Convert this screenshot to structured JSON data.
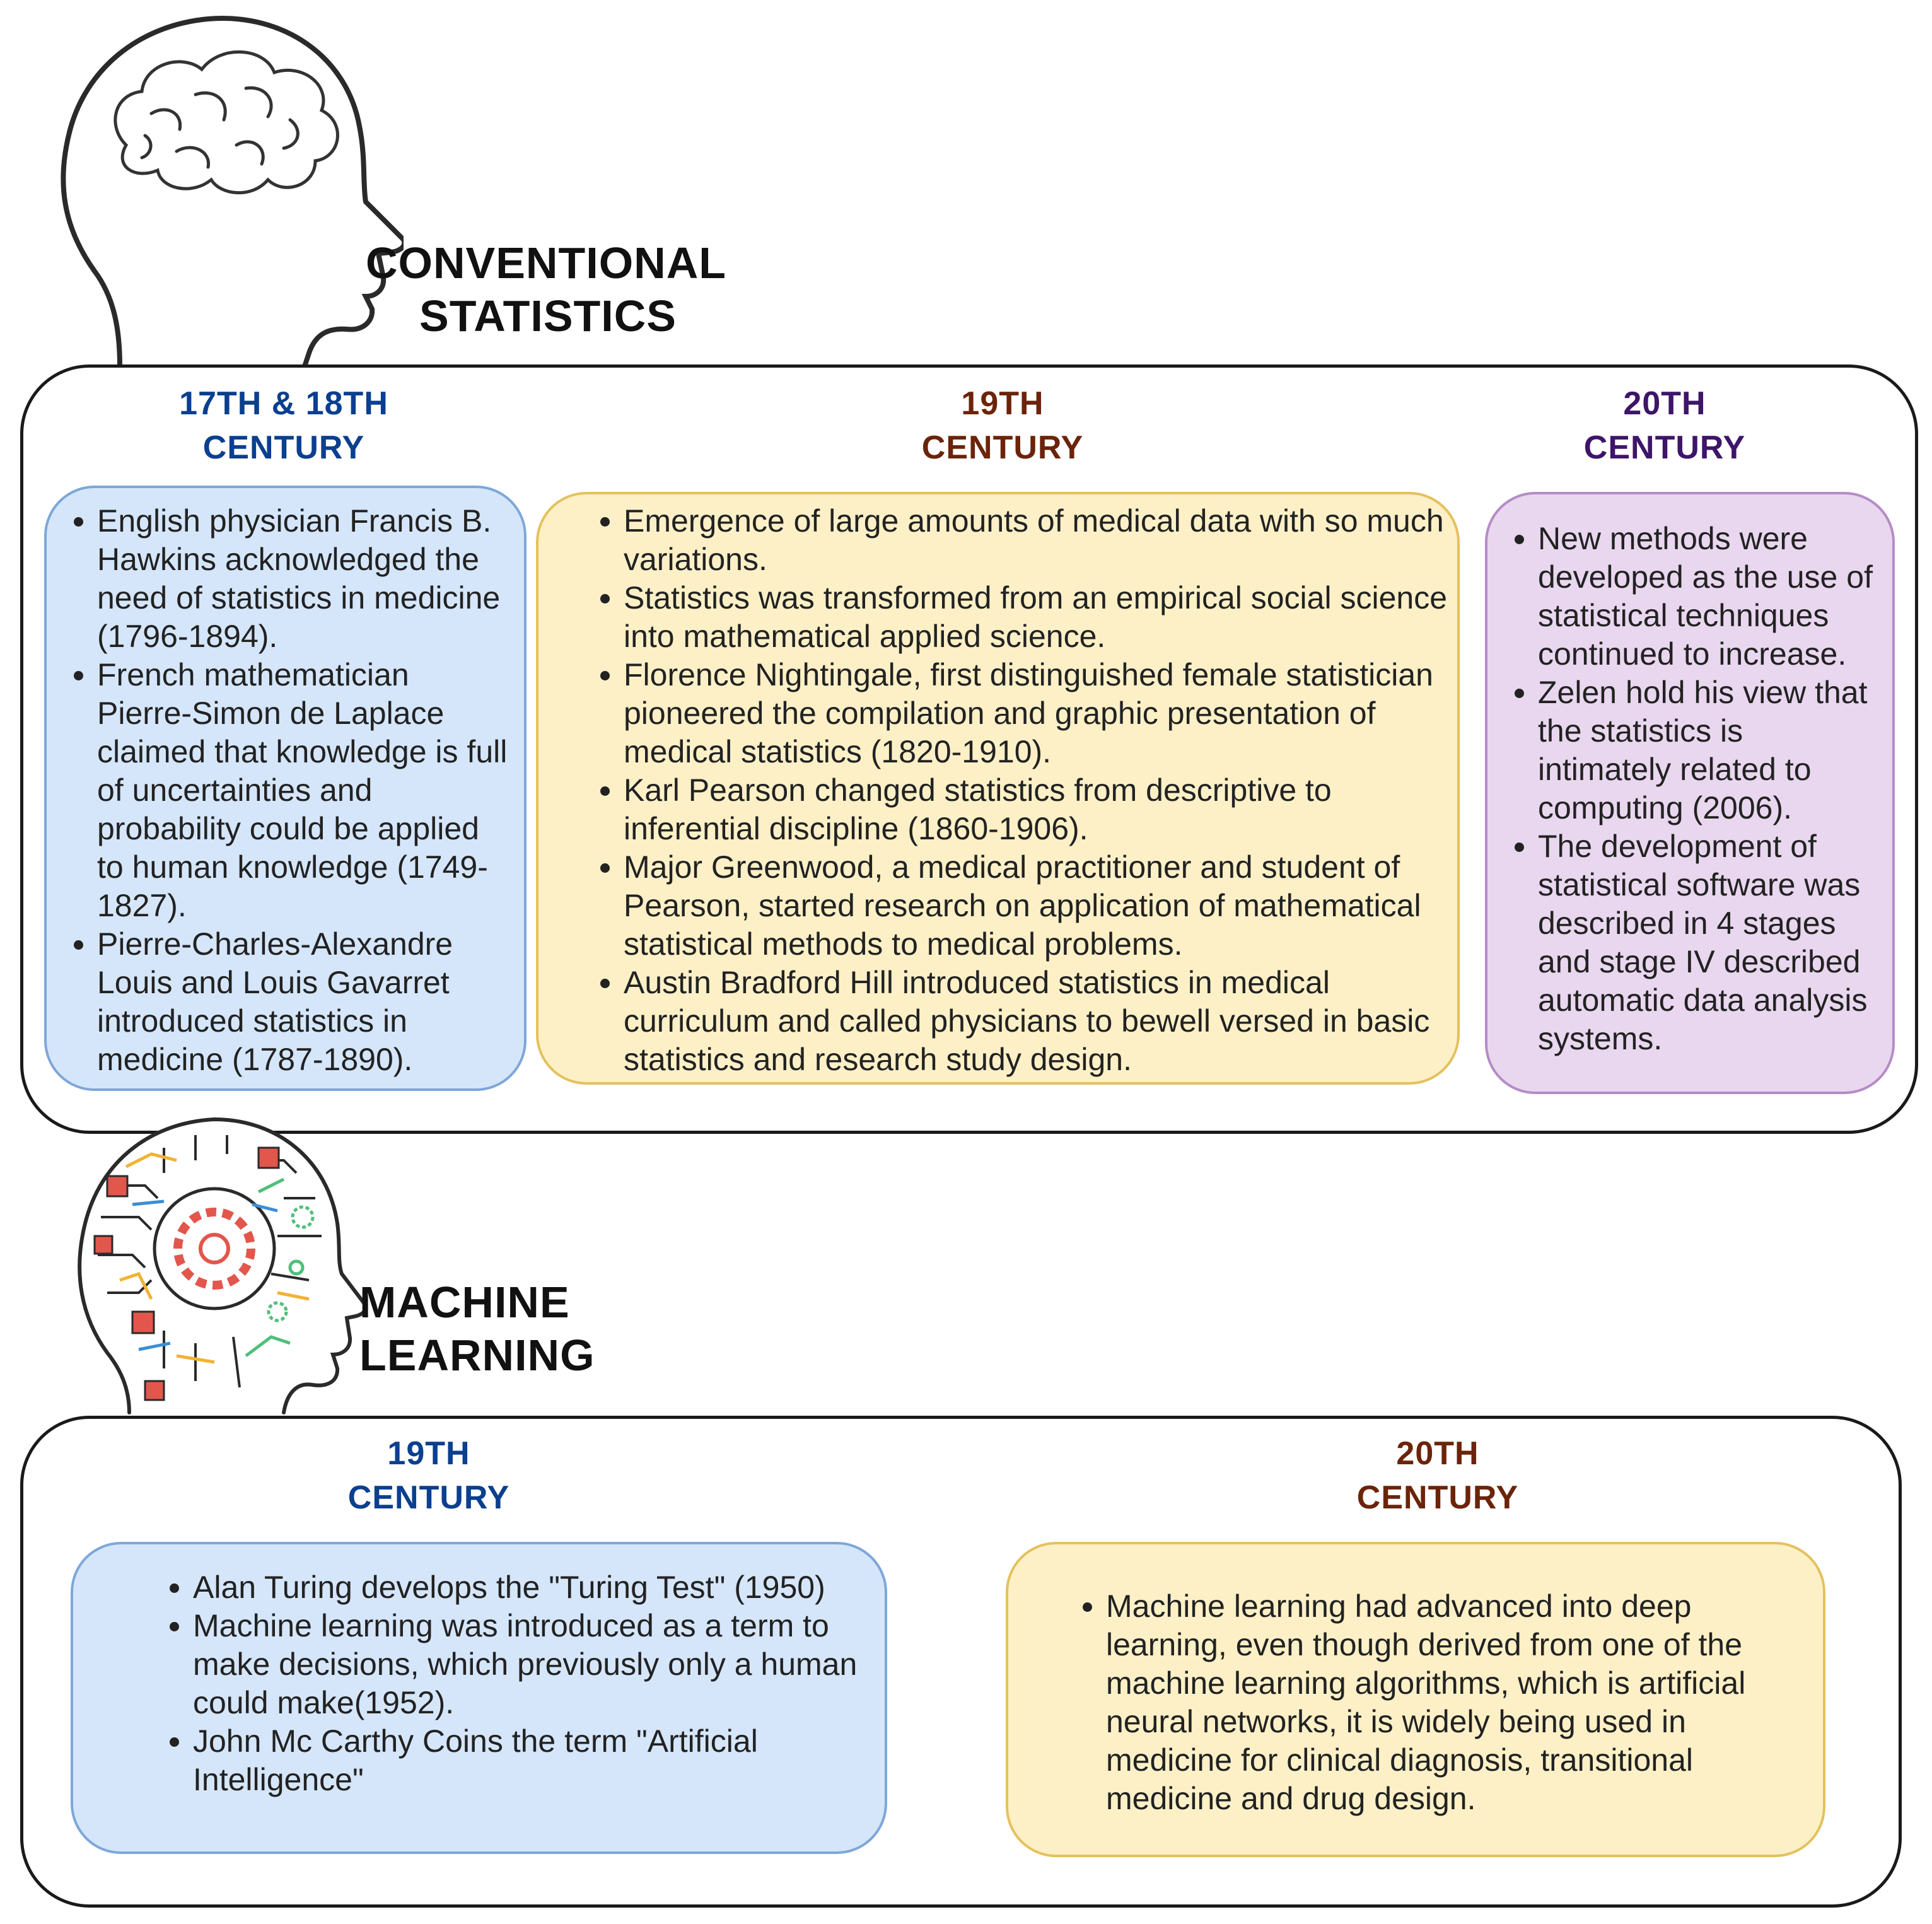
{
  "conventional": {
    "title_line1": "CONVENTIONAL",
    "title_line2": "STATISTICS",
    "columns": [
      {
        "heading_line1": "17TH & 18TH",
        "heading_line2": "CENTURY",
        "color": "#0b3f8f",
        "items": [
          "English physician Francis B. Hawkins acknowledged the need of statistics in medicine (1796-1894).",
          "French mathematician Pierre-Simon de Laplace claimed that knowledge is full of uncertainties and probability could be applied to human knowledge (1749-1827).",
          "Pierre-Charles-Alexandre Louis and Louis Gavarret introduced statistics in medicine (1787-1890)."
        ]
      },
      {
        "heading_line1": "19TH",
        "heading_line2": "CENTURY",
        "color": "#6b2409",
        "items": [
          "Emergence of large amounts of medical data with so much variations.",
          "Statistics was transformed from an empirical social science into mathematical applied science.",
          " Florence Nightingale, first distinguished female statistician pioneered the compilation and graphic presentation of medical statistics (1820-1910).",
          "Karl Pearson changed statistics from descriptive to inferential discipline (1860-1906).",
          "Major Greenwood, a medical practitioner and student of Pearson, started research on application of mathematical statistical methods to medical problems.",
          "Austin Bradford Hill introduced statistics in medical curriculum and called physicians to bewell versed in basic statistics and research study design."
        ]
      },
      {
        "heading_line1": "20TH",
        "heading_line2": "CENTURY",
        "color": "#3e1569",
        "items": [
          "New methods were developed as the use of statistical techniques continued to increase.",
          "Zelen hold his view that the statistics is intimately related to computing (2006).",
          "The development of statistical software was described in 4 stages and stage IV described automatic data analysis systems."
        ]
      }
    ]
  },
  "machine_learning": {
    "title_line1": "MACHINE",
    "title_line2": "LEARNING",
    "columns": [
      {
        "heading_line1": "19TH",
        "heading_line2": "CENTURY",
        "color": "#0b3f8f",
        "items": [
          "Alan Turing develops the \"Turing Test\" (1950)",
          "Machine learning was introduced as a term to make decisions, which previously only a human could make(1952).",
          "John Mc Carthy Coins the term \"Artificial Intelligence\""
        ]
      },
      {
        "heading_line1": "20TH",
        "heading_line2": "CENTURY",
        "color": "#6b2409",
        "items": [
          "Machine learning had advanced into deep learning, even though derived from one of the machine learning algorithms, which is artificial neural networks, it is widely being used in medicine for clinical diagnosis, transitional medicine and drug design."
        ]
      }
    ]
  }
}
